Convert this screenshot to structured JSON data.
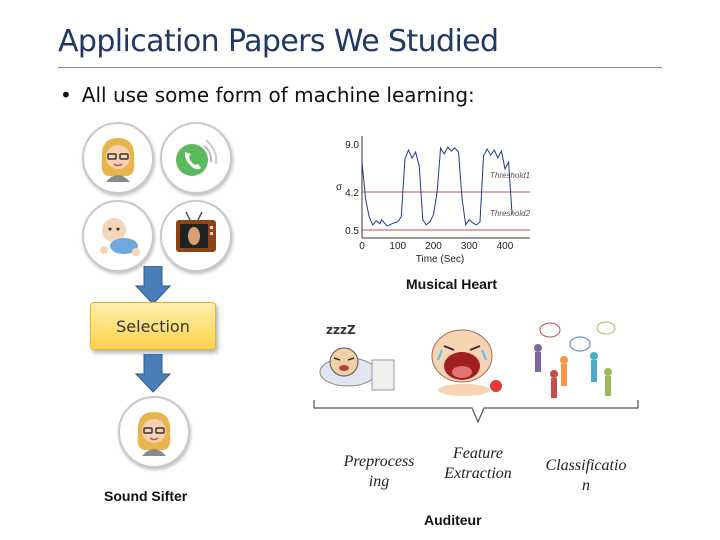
{
  "slide": {
    "title": "Application Papers We Studied",
    "bullet": "All use some form of machine learning:"
  },
  "left_panel": {
    "icons": [
      "woman-avatar-icon",
      "phone-call-icon",
      "baby-icon",
      "tv-icon",
      "woman-avatar-icon"
    ],
    "selection_label": "Selection",
    "result_label": "Sound Sifter"
  },
  "musical_heart": {
    "caption": "Musical Heart",
    "chart_data": {
      "type": "line",
      "xlabel": "Time (Sec)",
      "ylabel": "σ",
      "x_ticks": [
        "0",
        "100",
        "200",
        "300",
        "400"
      ],
      "y_ticks": [
        "0.5",
        "4.2",
        "9.0"
      ],
      "xlim": [
        0,
        470
      ],
      "thresholds": [
        {
          "name": "Threshold1",
          "value": 4.2
        },
        {
          "name": "Threshold2",
          "value": 0.5
        }
      ],
      "series": [
        {
          "x": [
            0,
            10,
            20,
            30,
            40,
            50,
            55,
            70,
            90,
            100,
            110,
            120,
            130,
            140,
            150,
            160,
            170,
            180,
            190,
            200,
            210,
            220,
            230,
            240,
            250,
            260,
            270,
            280,
            290,
            300,
            310,
            320,
            330,
            340,
            350,
            360,
            370,
            380,
            390,
            400,
            410,
            420
          ],
          "y": [
            7.2,
            3.5,
            1.8,
            1.0,
            1.4,
            1.1,
            1.5,
            0.9,
            1.2,
            1.3,
            1.8,
            7.5,
            8.4,
            7.6,
            8.2,
            6.8,
            1.5,
            1.0,
            1.3,
            2.0,
            4.2,
            8.6,
            8.0,
            8.7,
            8.3,
            8.6,
            8.2,
            3.5,
            1.0,
            1.5,
            1.2,
            1.0,
            1.3,
            7.8,
            8.5,
            7.9,
            8.4,
            7.6,
            8.3,
            6.5,
            7.2,
            2.0
          ]
        }
      ]
    }
  },
  "auditeur": {
    "icons": [
      "sleeping-man-icon",
      "crying-baby-icon",
      "people-talking-icon"
    ],
    "stages": [
      "Preprocess\ning",
      "Feature\nExtraction",
      "Classificatio\nn"
    ],
    "caption": "Auditeur"
  }
}
